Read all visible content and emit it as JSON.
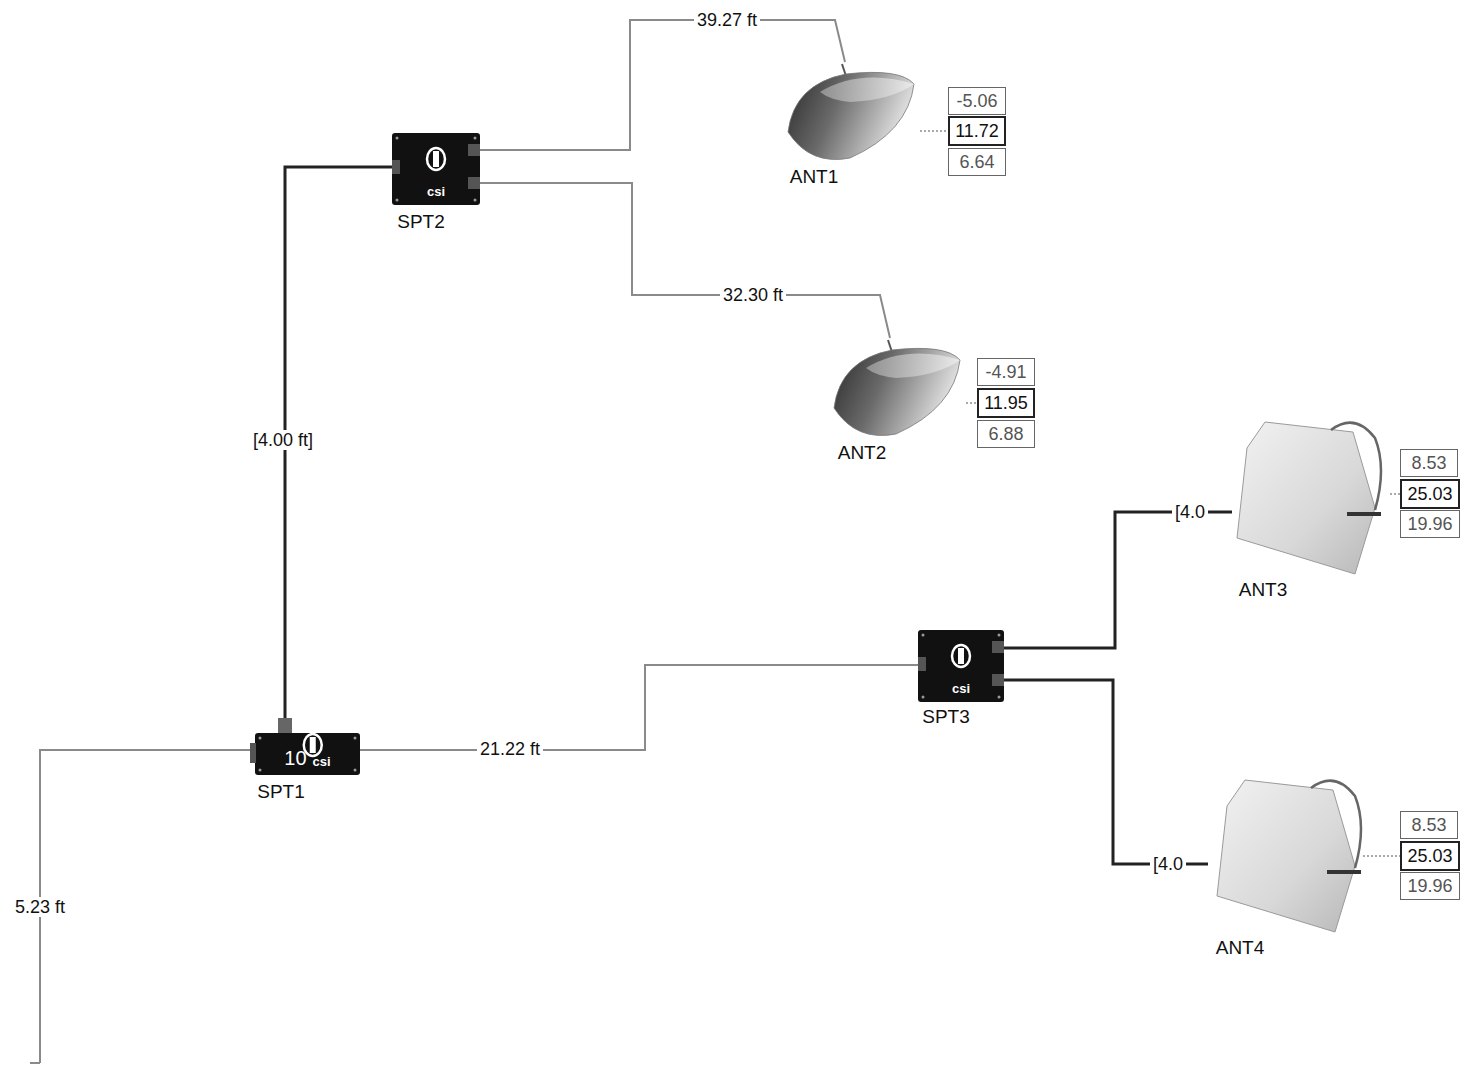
{
  "diagram": {
    "nodes": [
      {
        "text": [
          "csi",
          "SPT2"
        ]
      },
      {
        "text": [
          "ANT1"
        ]
      },
      {
        "text": [
          "-5.06"
        ]
      },
      {
        "text": [
          "11.72"
        ]
      },
      {
        "text": [
          "6.64"
        ]
      },
      {
        "text": [
          "ANT2"
        ]
      },
      {
        "text": [
          "-4.91"
        ]
      },
      {
        "text": [
          "11.95"
        ]
      },
      {
        "text": [
          "6.88"
        ]
      },
      {
        "text": [
          "ANT3"
        ]
      },
      {
        "text": [
          "8.53"
        ]
      },
      {
        "text": [
          "25.03"
        ]
      },
      {
        "text": [
          "19.96"
        ]
      },
      {
        "text": [
          "csi",
          "SPT3"
        ]
      },
      {
        "text": [
          "ANT4"
        ]
      },
      {
        "text": [
          "8.53"
        ]
      },
      {
        "text": [
          "25.03"
        ]
      },
      {
        "text": [
          "19.96"
        ]
      },
      {
        "text": [
          "10",
          "csi",
          "SPT1"
        ]
      }
    ],
    "edges": [
      {
        "from": 0,
        "to": 1,
        "arrow": "none",
        "label": "39.27 ft"
      },
      {
        "from": 1,
        "to": 3,
        "arrow": "none"
      },
      {
        "from": 0,
        "to": 5,
        "arrow": "none",
        "label": "32.30 ft"
      },
      {
        "from": 5,
        "to": 7,
        "arrow": "none"
      },
      {
        "from": 9,
        "to": 11,
        "arrow": "none"
      },
      {
        "from": 13,
        "to": 9,
        "arrow": "none",
        "label": "[4.0"
      },
      {
        "from": 14,
        "to": 16,
        "arrow": "none"
      },
      {
        "from": 13,
        "to": 14,
        "arrow": "none",
        "label": "[4.0"
      },
      {
        "from": 18,
        "to": 0,
        "arrow": "none",
        "label": "[4.00 ft]"
      },
      {
        "from": 18,
        "to": 13,
        "arrow": "none",
        "label": "21.22 ft"
      }
    ],
    "labels": [
      "5.23 ft"
    ]
  }
}
